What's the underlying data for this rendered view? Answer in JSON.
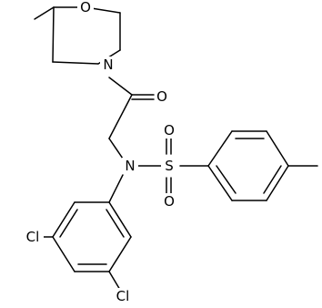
{
  "molecule": {
    "atoms": {
      "morpholine_o": "O",
      "morpholine_n": "N",
      "carbonyl_o": "O",
      "amide_n": "N",
      "sulfur": "S",
      "sulfonyl_o_left": "O",
      "sulfonyl_o_right": "O",
      "chlorine_left": "Cl",
      "chlorine_bottom": "Cl"
    },
    "colors": {
      "bond": "#000000",
      "label": "#000000",
      "background": "#ffffff"
    }
  }
}
